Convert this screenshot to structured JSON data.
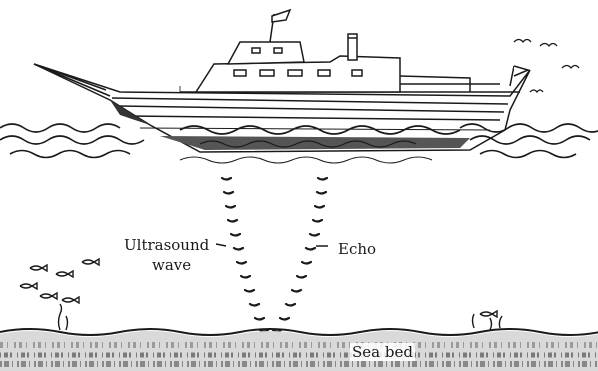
{
  "diagram": {
    "labels": {
      "ultrasound_line1": "Ultrasound",
      "ultrasound_line2": "wave",
      "echo": "Echo",
      "sea_bed": "Sea bed"
    },
    "colors": {
      "ink": "#1a1a1a",
      "paper": "#ffffff"
    }
  }
}
